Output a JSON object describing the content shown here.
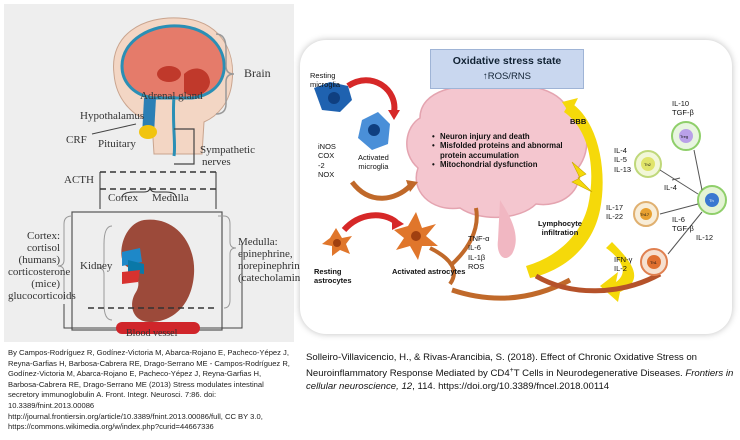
{
  "left_figure": {
    "labels": {
      "brain": "Brain",
      "adrenal_gland": "Adrenal gland",
      "hypothalamus": "Hypothalamus",
      "crf": "CRF",
      "pituitary": "Pituitary",
      "sympathetic": "Sympathetic",
      "nerves": "nerves",
      "acth": "ACTH",
      "cortex": "Cortex",
      "medulla": "Medulla",
      "cortex_left": [
        "Cortex:",
        "cortisol",
        "(humans)",
        "corticosterone",
        "(mice)",
        "glucocorticoids"
      ],
      "kidney": "Kidney",
      "medulla_right": [
        "Medulla:",
        "epinephrine,",
        "norepinephrine",
        "(catecholamines)"
      ],
      "blood_vessel": "Blood vessel"
    },
    "credit": "By Campos-Rodríguez R, Godínez-Victoria M, Abarca-Rojano E, Pacheco-Yépez J, Reyna-Garfias H, Barbosa-Cabrera RE, Drago-Serrano ME - Campos-Rodríguez R, Godínez-Victoria M, Abarca-Rojano E, Pacheco-Yépez J, Reyna-Garfias H, Barbosa-Cabrera RE, Drago-Serrano ME (2013) Stress modulates intestinal secretory immunoglobulin A. Front. Integr. Neurosci. 7:86. doi: 10.3389/fnint.2013.00086 http://journal.frontiersin.org/article/10.3389/fnint.2013.00086/full, CC BY 3.0, https://commons.wikimedia.org/w/index.php?curid=44667336"
  },
  "right_figure": {
    "title": "Oxidative stress state",
    "subtitle": "↑ROS/RNS",
    "resting_microglia": [
      "Resting",
      "microglia"
    ],
    "activated_microglia": [
      "Activated",
      "microglia"
    ],
    "inos": [
      "iNOS",
      "COX",
      "-2",
      "NOX"
    ],
    "brain_effects": [
      "Neuron injury and death",
      "Misfolded proteins and abnormal protein accumulation",
      "Mitochondrial dysfunction"
    ],
    "bbb": "BBB",
    "lymphocyte": [
      "Lymphocyte",
      "infiltration"
    ],
    "resting_astrocytes": [
      "Resting",
      "astrocytes"
    ],
    "activated_astrocytes": "Activated astrocytes",
    "cytokines": [
      "TNF-α",
      "IL-6",
      "IL-1β",
      "ROS"
    ],
    "il10": [
      "IL-10",
      "TGF-β"
    ],
    "il4": [
      "IL-4",
      "IL-5",
      "IL-13"
    ],
    "il4_arrow": "IL-4",
    "il17": [
      "IL-17",
      "IL-22"
    ],
    "il6": [
      "IL-6",
      "TGF-β"
    ],
    "il12": "IL-12",
    "ifn": [
      "IFN-γ",
      "IL-2"
    ],
    "cells": {
      "treg": "Treg",
      "th2": "Th2",
      "th17": "Th17",
      "th1": "Th1",
      "th0": "Th"
    }
  },
  "right_credit": {
    "pre": "Solleiro-Villavicencio, H., & Rivas-Arancibia, S. (2018). Effect of Chronic Oxidative Stress on Neuroinflammatory Response Mediated by CD4",
    "sup": "+",
    "mid": "T Cells in Neurodegenerative Diseases. ",
    "journal": "Frontiers in cellular neuroscience",
    "vol": ", 12",
    "post": ", 114. https://doi.org/10.3389/fncel.2018.00114"
  }
}
